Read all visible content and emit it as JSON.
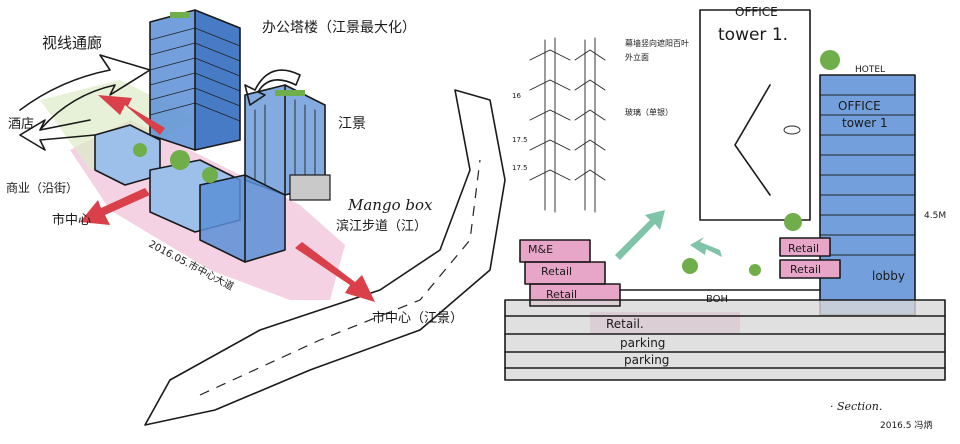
{
  "left_sketch": {
    "labels": {
      "top_left": "视线通廊",
      "top_right": "办公塔楼（江景最大化）",
      "mid_right": "江景",
      "left_upper": "酒店",
      "left_mid": "商业（沿街）",
      "left_lower": "市中心",
      "right_box_line1": "Mango box",
      "right_box_line2": "滨江步道（江）",
      "street_label": "2016.05.市中心大道",
      "bottom_right": "市中心（江景）"
    }
  },
  "right_sketch": {
    "labels": {
      "office_top": "OFFICE",
      "tower_top": "tower 1.",
      "office_mid": "OFFICE",
      "tower_mid": "tower 1",
      "hotel": "HOTEL",
      "retail_a": "Retail",
      "retail_b": "Retail",
      "retail_c": "Retail",
      "retail_d": "Retail",
      "retail_e": "Retail.",
      "parking_1": "parking",
      "parking_2": "parking",
      "mne": "M&E",
      "boh": "BOH",
      "lobby": "lobby",
      "dim": "4.5M",
      "section": "· Section.",
      "date_sig": "2016.5 冯炳",
      "facade_note_1": "幕墙竖向遮阳百叶",
      "facade_note_2": "外立面",
      "facade_note_3": "玻璃（单银）",
      "facade_dim_1": "16",
      "facade_dim_2": "17.5",
      "facade_dim_3": "17.5"
    }
  },
  "colors": {
    "blue": "#5b8fd6",
    "light_blue": "#9dc0ea",
    "pink": "#e7a6c8",
    "red": "#d9404a",
    "green": "#6fae4a",
    "teal": "#7fc4a8",
    "grey": "#c9c9c9",
    "ink": "#1a1a1a"
  }
}
